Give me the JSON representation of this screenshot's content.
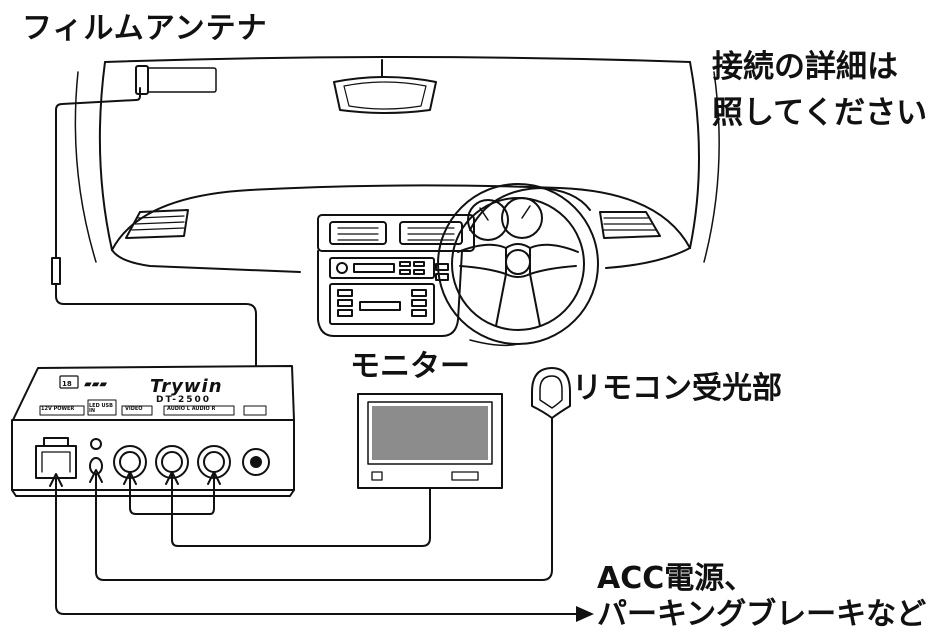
{
  "labels": {
    "film_antenna": "フィルムアンテナ",
    "note_line1": "接続の詳細は",
    "note_line2": "照してください",
    "monitor": "モニター",
    "remote_receiver": "リモコン受光部",
    "acc_power": "ACC電源、",
    "parking_brake": "パーキングブレーキなど"
  },
  "tuner": {
    "model": "DT-2500",
    "brand": "Trywin",
    "ports": [
      "12V POWER",
      "LED USB IN",
      "VIDEO",
      "AUDIO L AUDIO R"
    ]
  }
}
